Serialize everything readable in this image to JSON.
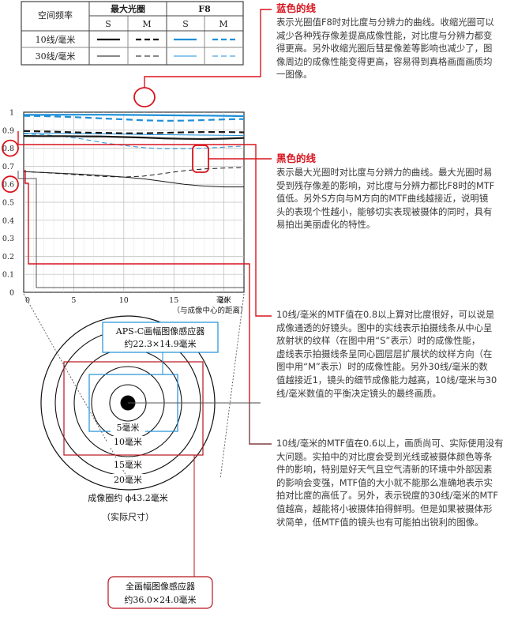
{
  "legend_table": {
    "header_label": "空间频率",
    "col_max": "最大光圈",
    "col_f8": "F8",
    "sub_s1": "S",
    "sub_m1": "M",
    "sub_s2": "S",
    "sub_m2": "M",
    "row1": "10线/毫米",
    "row2": "30线/毫米"
  },
  "annotations": {
    "blue_title": "蓝色的线",
    "blue_text": [
      "表示光圈值F8时对比度与分辨力的曲线。收缩光圈可以",
      "减少各种残存像差提高成像性能，对比度与分辨力都变",
      "得更高。另外收缩光圈后彗星像差等影响也减少了，图",
      "像周边的成像性能变得更高，容易得到真格画面画质均",
      "一图像。"
    ],
    "black_title": "黑色的线",
    "black_text": [
      "表示最大光圈时对比度与分辨力的曲线。最大光圈时易",
      "受到残存像差的影响，对比度与分辨力都比F8时的MTF",
      "值低。另外S方向与M方向的MTF曲线越接近，说明镜",
      "头的表现个性越小，能够切实表现被摄体的同时，具有",
      "易拍出美丽虚化的特性。"
    ],
    "note08": [
      "10线/毫米的MTF值在0.8以上算对比度很好，可以说是",
      "成像通透的好镜头。图中的实线表示拍摄线条从中心呈",
      "放射状的纹样（在图中用“S”表示）时的成像性能，",
      "虚线表示拍摄线条呈同心圆层层扩展状的纹样方向（在",
      "图中用“M”表示）时的成像性能。另外30线/毫米的数",
      "值越接近1，镜头的细节成像能力越高，10线/毫米与30",
      "线/毫米数值的平衡决定镜头的最终画质。"
    ],
    "note06": [
      "10线/毫米的MTF值在0.6以上，画质尚可、实际使用没有",
      "大问题。实拍中的对比度会受到光线或被摄体颜色等条",
      "件的影响，特别是好天气且空气清新的环境中外部因素",
      "的影响会变强，MTF值的大小就不能那么准确地表示实",
      "拍对比度的高低了。另外，表示锐度的30线/毫米的MTF",
      "值越高，越能将小被摄体拍得鲜明。但是如果被摄体形",
      "状简单，低MTF值的镜头也有可能拍出锐利的图像。"
    ]
  },
  "sensor_diagram": {
    "apsc_line1": "APS-C画幅图像感应器",
    "apsc_line2": "约22.3×14.9毫米",
    "ring5": "5毫米",
    "ring10": "10毫米",
    "ring15": "15毫米",
    "ring20": "20毫米",
    "circle_label": "成像圈约 ϕ43.2毫米",
    "actual_size": "（实际尺寸）",
    "ff_line1": "全画幅图像感应器",
    "ff_line2": "约36.0×24.0毫米"
  },
  "chart_data": {
    "type": "line",
    "xlim": [
      0,
      22
    ],
    "ylim": [
      0,
      1
    ],
    "x_ticks": [
      "0",
      "5",
      "10",
      "15",
      "20"
    ],
    "x_unit": "毫米",
    "x_note": "（与成像中心的距离）",
    "y_ticks": [
      "0",
      "0.1",
      "0.2",
      "0.3",
      "0.4",
      "0.5",
      "0.6",
      "0.7",
      "0.8",
      "0.9",
      "1"
    ],
    "highlighted_y": [
      "0.8",
      "0.6"
    ],
    "grid": true,
    "colors": {
      "max_aperture": "#1a1a1a",
      "f8": "#1e8fd8",
      "accent": "#d8141e"
    },
    "series": [
      {
        "x": [
          0,
          2,
          4,
          6,
          8,
          10,
          12,
          14,
          16,
          18,
          20,
          22
        ],
        "y": [
          0.985,
          0.985,
          0.986,
          0.986,
          0.986,
          0.985,
          0.984,
          0.983,
          0.982,
          0.981,
          0.98,
          0.978
        ],
        "aperture": "F8",
        "freq": "10",
        "dir": "S"
      },
      {
        "x": [
          0,
          2,
          4,
          6,
          8,
          10,
          12,
          14,
          16,
          18,
          20,
          22
        ],
        "y": [
          0.98,
          0.978,
          0.975,
          0.97,
          0.965,
          0.96,
          0.955,
          0.952,
          0.953,
          0.956,
          0.96,
          0.962
        ],
        "aperture": "F8",
        "freq": "10",
        "dir": "M"
      },
      {
        "x": [
          0,
          2,
          4,
          6,
          8,
          10,
          12,
          14,
          16,
          18,
          20,
          22
        ],
        "y": [
          0.883,
          0.882,
          0.882,
          0.881,
          0.88,
          0.878,
          0.876,
          0.875,
          0.874,
          0.873,
          0.872,
          0.87
        ],
        "aperture": "F8",
        "freq": "30",
        "dir": "S"
      },
      {
        "x": [
          0,
          2,
          4,
          6,
          8,
          10,
          12,
          14,
          16,
          18,
          20,
          22
        ],
        "y": [
          0.88,
          0.875,
          0.865,
          0.85,
          0.83,
          0.815,
          0.803,
          0.797,
          0.797,
          0.8,
          0.806,
          0.812
        ],
        "aperture": "F8",
        "freq": "30",
        "dir": "M"
      },
      {
        "x": [
          0,
          2,
          4,
          6,
          8,
          10,
          12,
          14,
          16,
          18,
          20,
          22
        ],
        "y": [
          0.868,
          0.867,
          0.867,
          0.866,
          0.865,
          0.862,
          0.859,
          0.855,
          0.852,
          0.851,
          0.853,
          0.857
        ],
        "aperture": "max",
        "freq": "10",
        "dir": "S"
      },
      {
        "x": [
          0,
          2,
          4,
          6,
          8,
          10,
          12,
          14,
          16,
          18,
          20,
          22
        ],
        "y": [
          0.895,
          0.893,
          0.89,
          0.887,
          0.885,
          0.883,
          0.883,
          0.885,
          0.888,
          0.89,
          0.89,
          0.888
        ],
        "aperture": "max",
        "freq": "10",
        "dir": "M"
      },
      {
        "x": [
          0,
          2,
          4,
          6,
          8,
          10,
          12,
          14,
          16,
          18,
          20,
          22
        ],
        "y": [
          0.67,
          0.665,
          0.66,
          0.655,
          0.648,
          0.64,
          0.63,
          0.615,
          0.6,
          0.59,
          0.585,
          0.585
        ],
        "aperture": "max",
        "freq": "30",
        "dir": "S"
      },
      {
        "x": [
          0,
          2,
          4,
          6,
          8,
          10,
          12,
          14,
          16,
          18,
          20,
          22
        ],
        "y": [
          0.67,
          0.665,
          0.658,
          0.65,
          0.643,
          0.64,
          0.645,
          0.66,
          0.675,
          0.685,
          0.69,
          0.692
        ],
        "aperture": "max",
        "freq": "30",
        "dir": "M"
      }
    ]
  }
}
